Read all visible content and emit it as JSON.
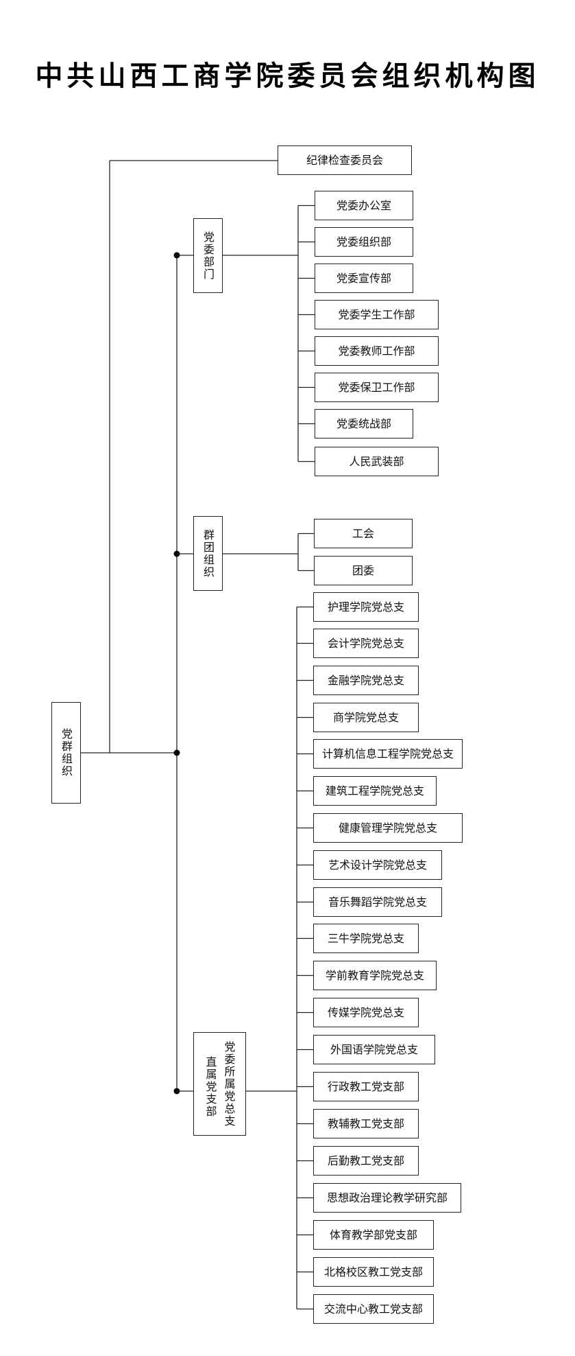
{
  "title": "中共山西工商学院委员会组织机构图",
  "root": {
    "label": "党群组织"
  },
  "top_node": {
    "label": "纪律检查委员会"
  },
  "groups": [
    {
      "id": "party-departments",
      "label": "党委部门",
      "items": [
        "党委办公室",
        "党委组织部",
        "党委宣传部",
        "党委学生工作部",
        "党委教师工作部",
        "党委保卫工作部",
        "党委统战部",
        "人民武装部"
      ]
    },
    {
      "id": "mass-organizations",
      "label": "群团组织",
      "items": [
        "工会",
        "团委"
      ]
    },
    {
      "id": "party-branches",
      "label_col1": "党委所属党总支",
      "label_col2": "直属党支部",
      "items": [
        "护理学院党总支",
        "会计学院党总支",
        "金融学院党总支",
        "商学院党总支",
        "计算机信息工程学院党总支",
        "建筑工程学院党总支",
        "健康管理学院党总支",
        "艺术设计学院党总支",
        "音乐舞蹈学院党总支",
        "三牛学院党总支",
        "学前教育学院党总支",
        "传媒学院党总支",
        "外国语学院党总支",
        "行政教工党支部",
        "教辅教工党支部",
        "后勤教工党支部",
        "思想政治理论教学研究部",
        "体育教学部党支部",
        "北格校区教工党支部",
        "交流中心教工党支部"
      ]
    }
  ]
}
